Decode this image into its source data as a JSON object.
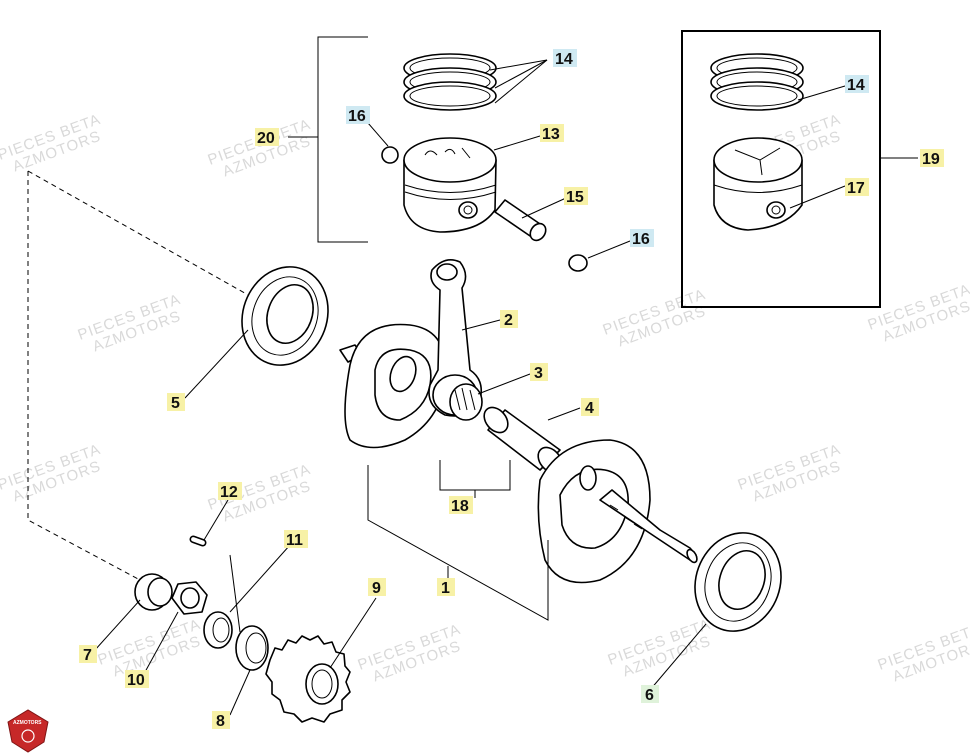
{
  "watermark": {
    "line1": "PIECES BETA",
    "line2": "AZMOTORS"
  },
  "logo": {
    "text": "AZMOTORS",
    "color": "#c62828"
  },
  "colors": {
    "label_yellow": "#f7f1a6",
    "label_blue": "#cfe9f2",
    "label_green": "#dff2da"
  },
  "callouts": {
    "c1": "1",
    "c2": "2",
    "c3": "3",
    "c4": "4",
    "c5": "5",
    "c6": "6",
    "c7": "7",
    "c8": "8",
    "c9": "9",
    "c10": "10",
    "c11": "11",
    "c12": "12",
    "c13": "13",
    "c14a": "14",
    "c14b": "14",
    "c15": "15",
    "c16a": "16",
    "c16b": "16",
    "c17": "17",
    "c18": "18",
    "c19": "19",
    "c20": "20"
  }
}
